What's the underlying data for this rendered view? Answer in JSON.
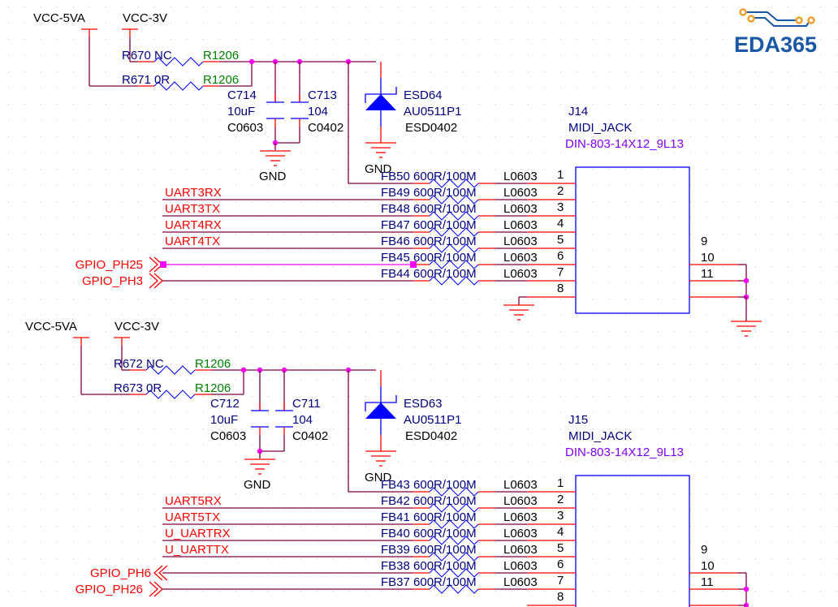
{
  "logo": {
    "text": "EDA365",
    "trace_color": "#1a57a6",
    "pad_color": "#f0a030"
  },
  "colors": {
    "wire": "#800040",
    "highlight_wire": "#ff00ff",
    "pin": "#ff0000",
    "component_body": "#0000ff",
    "designator": "#000080",
    "footprint_resistor": "#008000",
    "net_label": "#ff0000",
    "footprint_connector": "#8000ff",
    "grid_dot": "#c0c0c0"
  },
  "blocks": [
    {
      "power": {
        "vcc5": "VCC-5VA",
        "vcc3": "VCC-3V"
      },
      "resistors": [
        {
          "ref": "R670",
          "value": "NC",
          "footprint": "R1206"
        },
        {
          "ref": "R671",
          "value": "0R",
          "footprint": "R1206"
        }
      ],
      "capacitors": [
        {
          "ref": "C714",
          "value": "10uF",
          "footprint": "C0603"
        },
        {
          "ref": "C713",
          "value": "104",
          "footprint": "C0402"
        }
      ],
      "cap_gnd": "GND",
      "esd": {
        "ref": "ESD64",
        "value": "AU0511P1",
        "footprint": "ESD0402",
        "gnd": "GND"
      },
      "connector": {
        "ref": "J14",
        "value": "MIDI_JACK",
        "footprint": "DIN-803-14X12_9L13"
      },
      "ferrites": [
        {
          "ref": "FB50",
          "value": "600R/100M",
          "footprint": "L0603",
          "pin": "1",
          "net": ""
        },
        {
          "ref": "FB49",
          "value": "600R/100M",
          "footprint": "L0603",
          "pin": "2",
          "net": "UART3RX"
        },
        {
          "ref": "FB48",
          "value": "600R/100M",
          "footprint": "L0603",
          "pin": "3",
          "net": "UART3TX"
        },
        {
          "ref": "FB47",
          "value": "600R/100M",
          "footprint": "L0603",
          "pin": "4",
          "net": "UART4RX"
        },
        {
          "ref": "FB46",
          "value": "600R/100M",
          "footprint": "L0603",
          "pin": "5",
          "net": "UART4TX"
        },
        {
          "ref": "FB45",
          "value": "600R/100M",
          "footprint": "L0603",
          "pin": "6",
          "net": "GPIO_PH25"
        },
        {
          "ref": "FB44",
          "value": "600R/100M",
          "footprint": "L0603",
          "pin": "7",
          "net": "GPIO_PH3"
        }
      ],
      "pin8": "8",
      "right_pins": [
        "9",
        "10",
        "11"
      ]
    },
    {
      "power": {
        "vcc5": "VCC-5VA",
        "vcc3": "VCC-3V"
      },
      "resistors": [
        {
          "ref": "R672",
          "value": "NC",
          "footprint": "R1206"
        },
        {
          "ref": "R673",
          "value": "0R",
          "footprint": "R1206"
        }
      ],
      "capacitors": [
        {
          "ref": "C712",
          "value": "10uF",
          "footprint": "C0603"
        },
        {
          "ref": "C711",
          "value": "104",
          "footprint": "C0402"
        }
      ],
      "cap_gnd": "GND",
      "esd": {
        "ref": "ESD63",
        "value": "AU0511P1",
        "footprint": "ESD0402",
        "gnd": "GND"
      },
      "connector": {
        "ref": "J15",
        "value": "MIDI_JACK",
        "footprint": "DIN-803-14X12_9L13"
      },
      "ferrites": [
        {
          "ref": "FB43",
          "value": "600R/100M",
          "footprint": "L0603",
          "pin": "1",
          "net": ""
        },
        {
          "ref": "FB42",
          "value": "600R/100M",
          "footprint": "L0603",
          "pin": "2",
          "net": "UART5RX"
        },
        {
          "ref": "FB41",
          "value": "600R/100M",
          "footprint": "L0603",
          "pin": "3",
          "net": "UART5TX"
        },
        {
          "ref": "FB40",
          "value": "600R/100M",
          "footprint": "L0603",
          "pin": "4",
          "net": "U_UARTRX"
        },
        {
          "ref": "FB39",
          "value": "600R/100M",
          "footprint": "L0603",
          "pin": "5",
          "net": "U_UARTTX"
        },
        {
          "ref": "FB38",
          "value": "600R/100M",
          "footprint": "L0603",
          "pin": "6",
          "net": "GPIO_PH6"
        },
        {
          "ref": "FB37",
          "value": "600R/100M",
          "footprint": "L0603",
          "pin": "7",
          "net": "GPIO_PH26"
        }
      ],
      "pin8": "8",
      "right_pins": [
        "9",
        "10",
        "11"
      ]
    }
  ]
}
